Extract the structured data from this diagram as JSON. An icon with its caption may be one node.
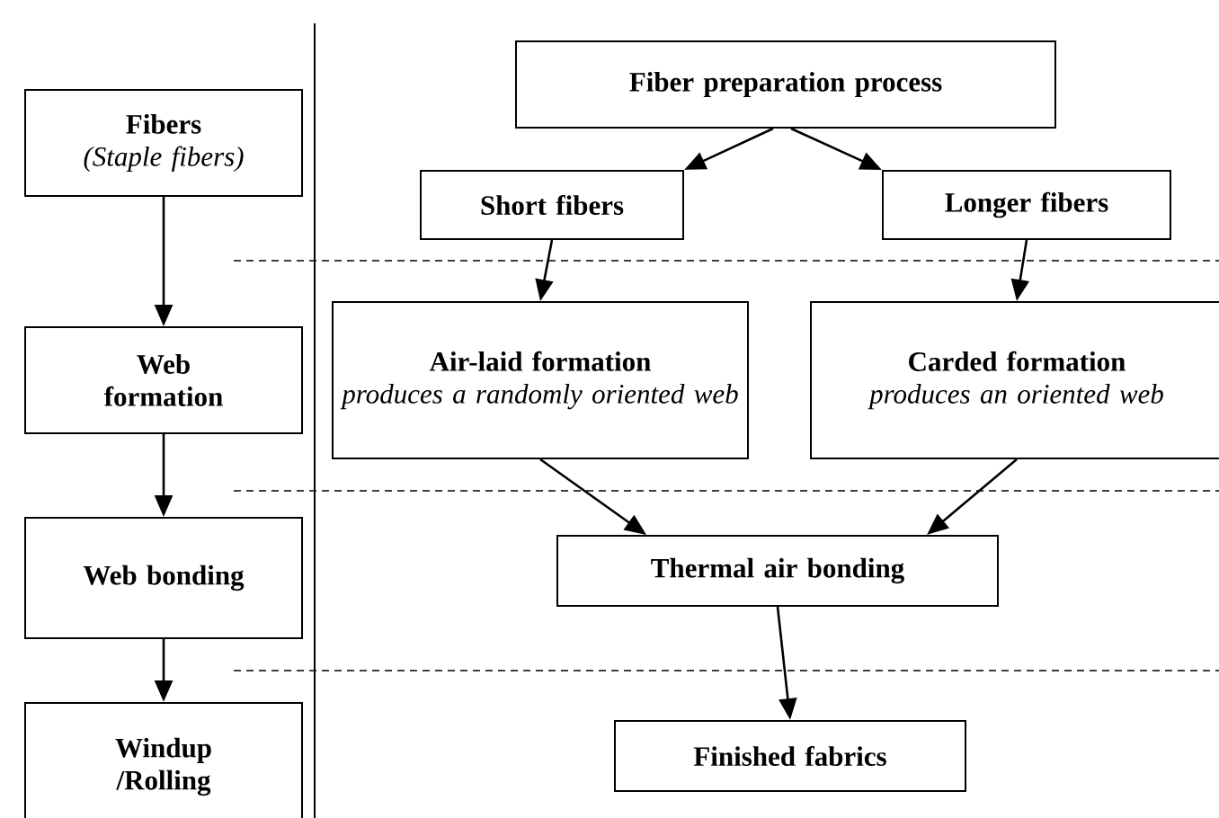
{
  "diagram": {
    "nodes": [
      {
        "text": [
          "Fibers",
          "(Staple fibers)"
        ]
      },
      {
        "text": [
          "Web formation"
        ]
      },
      {
        "text": [
          "Web bonding"
        ]
      },
      {
        "text": [
          "Windup /Rolling"
        ]
      },
      {
        "text": [
          "Fiber preparation process"
        ]
      },
      {
        "text": [
          "Short fibers"
        ]
      },
      {
        "text": [
          "Longer fibers"
        ]
      },
      {
        "text": [
          "Air-laid formation",
          "produces a randomly oriented web"
        ]
      },
      {
        "text": [
          "Carded formation",
          "produces an oriented web"
        ]
      },
      {
        "text": [
          "Thermal air bonding"
        ]
      },
      {
        "text": [
          "Finished fabrics"
        ]
      }
    ],
    "edges": [
      {
        "from": 0,
        "to": 1,
        "arrow": "to"
      },
      {
        "from": 1,
        "to": 2,
        "arrow": "to"
      },
      {
        "from": 2,
        "to": 3,
        "arrow": "to"
      },
      {
        "from": 4,
        "to": 5,
        "arrow": "to"
      },
      {
        "from": 4,
        "to": 6,
        "arrow": "to"
      },
      {
        "from": 5,
        "to": 7,
        "arrow": "to"
      },
      {
        "from": 6,
        "to": 8,
        "arrow": "to"
      },
      {
        "from": 7,
        "to": 9,
        "arrow": "to"
      },
      {
        "from": 8,
        "to": 9,
        "arrow": "to"
      },
      {
        "from": 9,
        "to": 10,
        "arrow": "to"
      }
    ]
  }
}
